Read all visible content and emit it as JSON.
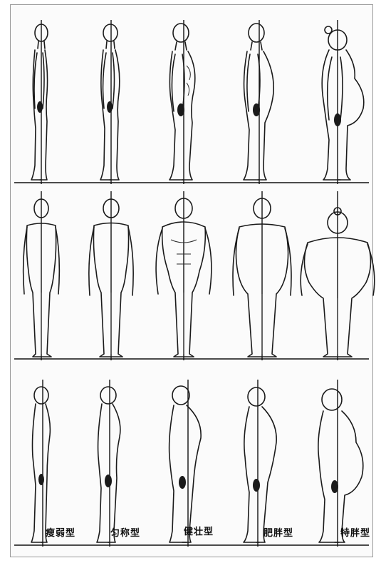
{
  "body_types": [
    {
      "key": "thin",
      "label": "瘦弱型"
    },
    {
      "key": "balanced",
      "label": "匀称型"
    },
    {
      "key": "athletic",
      "label": "健壮型"
    },
    {
      "key": "plump",
      "label": "肥胖型"
    },
    {
      "key": "obese",
      "label": "特胖型"
    }
  ],
  "colors": {
    "line": "#1a1a1a",
    "paper": "#fbfbfb",
    "border": "#9a9a9a"
  }
}
